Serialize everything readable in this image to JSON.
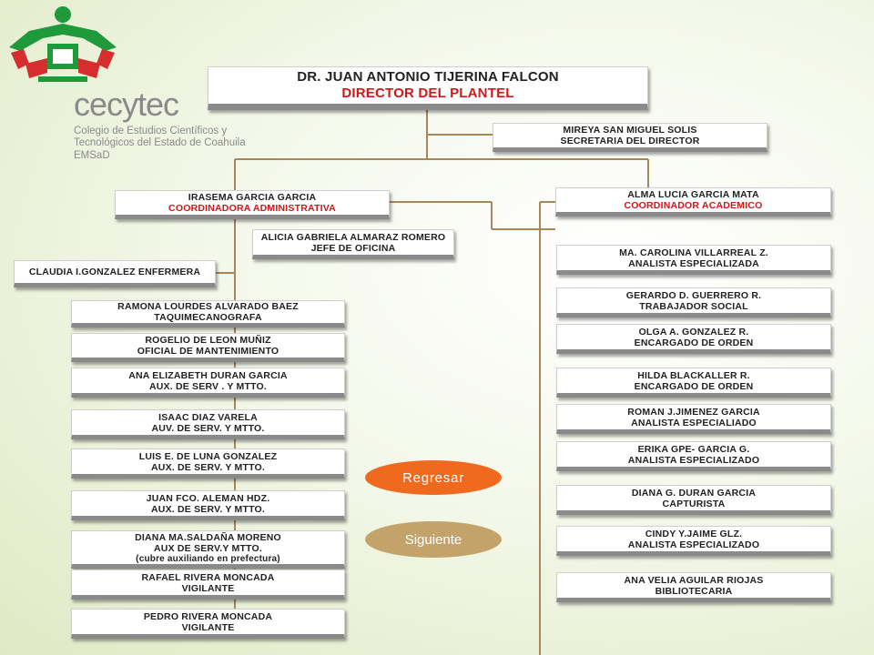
{
  "logo": {
    "name": "cecytec",
    "line1": "Colegio de Estudios Científicos y",
    "line2": "Tecnológicos del Estado de Coahuila",
    "line3": "EMSaD"
  },
  "director": {
    "name": "DR. JUAN ANTONIO TIJERINA FALCON",
    "role": "DIRECTOR DEL PLANTEL"
  },
  "secretaria": {
    "name": "MIREYA SAN MIGUEL SOLIS",
    "role": "SECRETARIA DEL DIRECTOR"
  },
  "coord_admin": {
    "name": "IRASEMA GARCIA GARCIA",
    "role": "COORDINADORA ADMINISTRATIVA"
  },
  "coord_acad": {
    "name": "ALMA LUCIA GARCIA MATA",
    "role": "COORDINADOR ACADEMICO"
  },
  "jefe_oficina": {
    "name": "ALICIA GABRIELA ALMARAZ ROMERO",
    "role": "JEFE DE OFICINA"
  },
  "enfermera": {
    "label": "CLAUDIA I.GONZALEZ  ENFERMERA"
  },
  "admin_staff": [
    {
      "name": "RAMONA LOURDES ALVARADO BAEZ",
      "role": "TAQUIMECANOGRAFA"
    },
    {
      "name": "ROGELIO DE LEON MUÑIZ",
      "role": "OFICIAL DE MANTENIMIENTO"
    },
    {
      "name": "ANA ELIZABETH DURAN GARCIA",
      "role": "AUX. DE SERV . Y MTTO."
    },
    {
      "name": "ISAAC DIAZ VARELA",
      "role": "AUV. DE SERV. Y MTTO."
    },
    {
      "name": "LUIS E. DE LUNA GONZALEZ",
      "role": "AUX. DE SERV. Y MTTO."
    },
    {
      "name": "JUAN FCO. ALEMAN HDZ.",
      "role": "AUX. DE SERV. Y MTTO."
    },
    {
      "name": "DIANA MA.SALDAÑA MORENO",
      "role": "AUX DE SERV.Y MTTO.",
      "note": "(cubre auxiliando en prefectura)"
    },
    {
      "name": "RAFAEL RIVERA MONCADA",
      "role": "VIGILANTE"
    },
    {
      "name": "PEDRO RIVERA MONCADA",
      "role": "VIGILANTE"
    }
  ],
  "acad_staff": [
    {
      "name": "MA. CAROLINA VILLARREAL  Z.",
      "role": "ANALISTA ESPECIALIZADA"
    },
    {
      "name": "GERARDO D. GUERRERO R.",
      "role": "TRABAJADOR SOCIAL"
    },
    {
      "name": "OLGA A. GONZALEZ R.",
      "role": "ENCARGADO DE ORDEN"
    },
    {
      "name": "HILDA BLACKALLER R.",
      "role": "ENCARGADO DE ORDEN"
    },
    {
      "name": "ROMAN J.JIMENEZ GARCIA",
      "role": "ANALISTA ESPECIALIADO"
    },
    {
      "name": "ERIKA GPE- GARCIA G.",
      "role": "ANALISTA ESPECIALIZADO"
    },
    {
      "name": "DIANA G. DURAN GARCIA",
      "role": "CAPTURISTA"
    },
    {
      "name": "CINDY Y.JAIME GLZ.",
      "role": "ANALISTA ESPECIALIZADO"
    },
    {
      "name": "ANA VELIA AGUILAR RIOJAS",
      "role": "BIBLIOTECARIA"
    }
  ],
  "buttons": {
    "back": "Regresar",
    "next": "Siguiente"
  },
  "colors": {
    "line": "#a8875a",
    "accent_red": "#d01818",
    "back_btn": "#ef6a1f",
    "next_btn": "#c4a36a"
  }
}
